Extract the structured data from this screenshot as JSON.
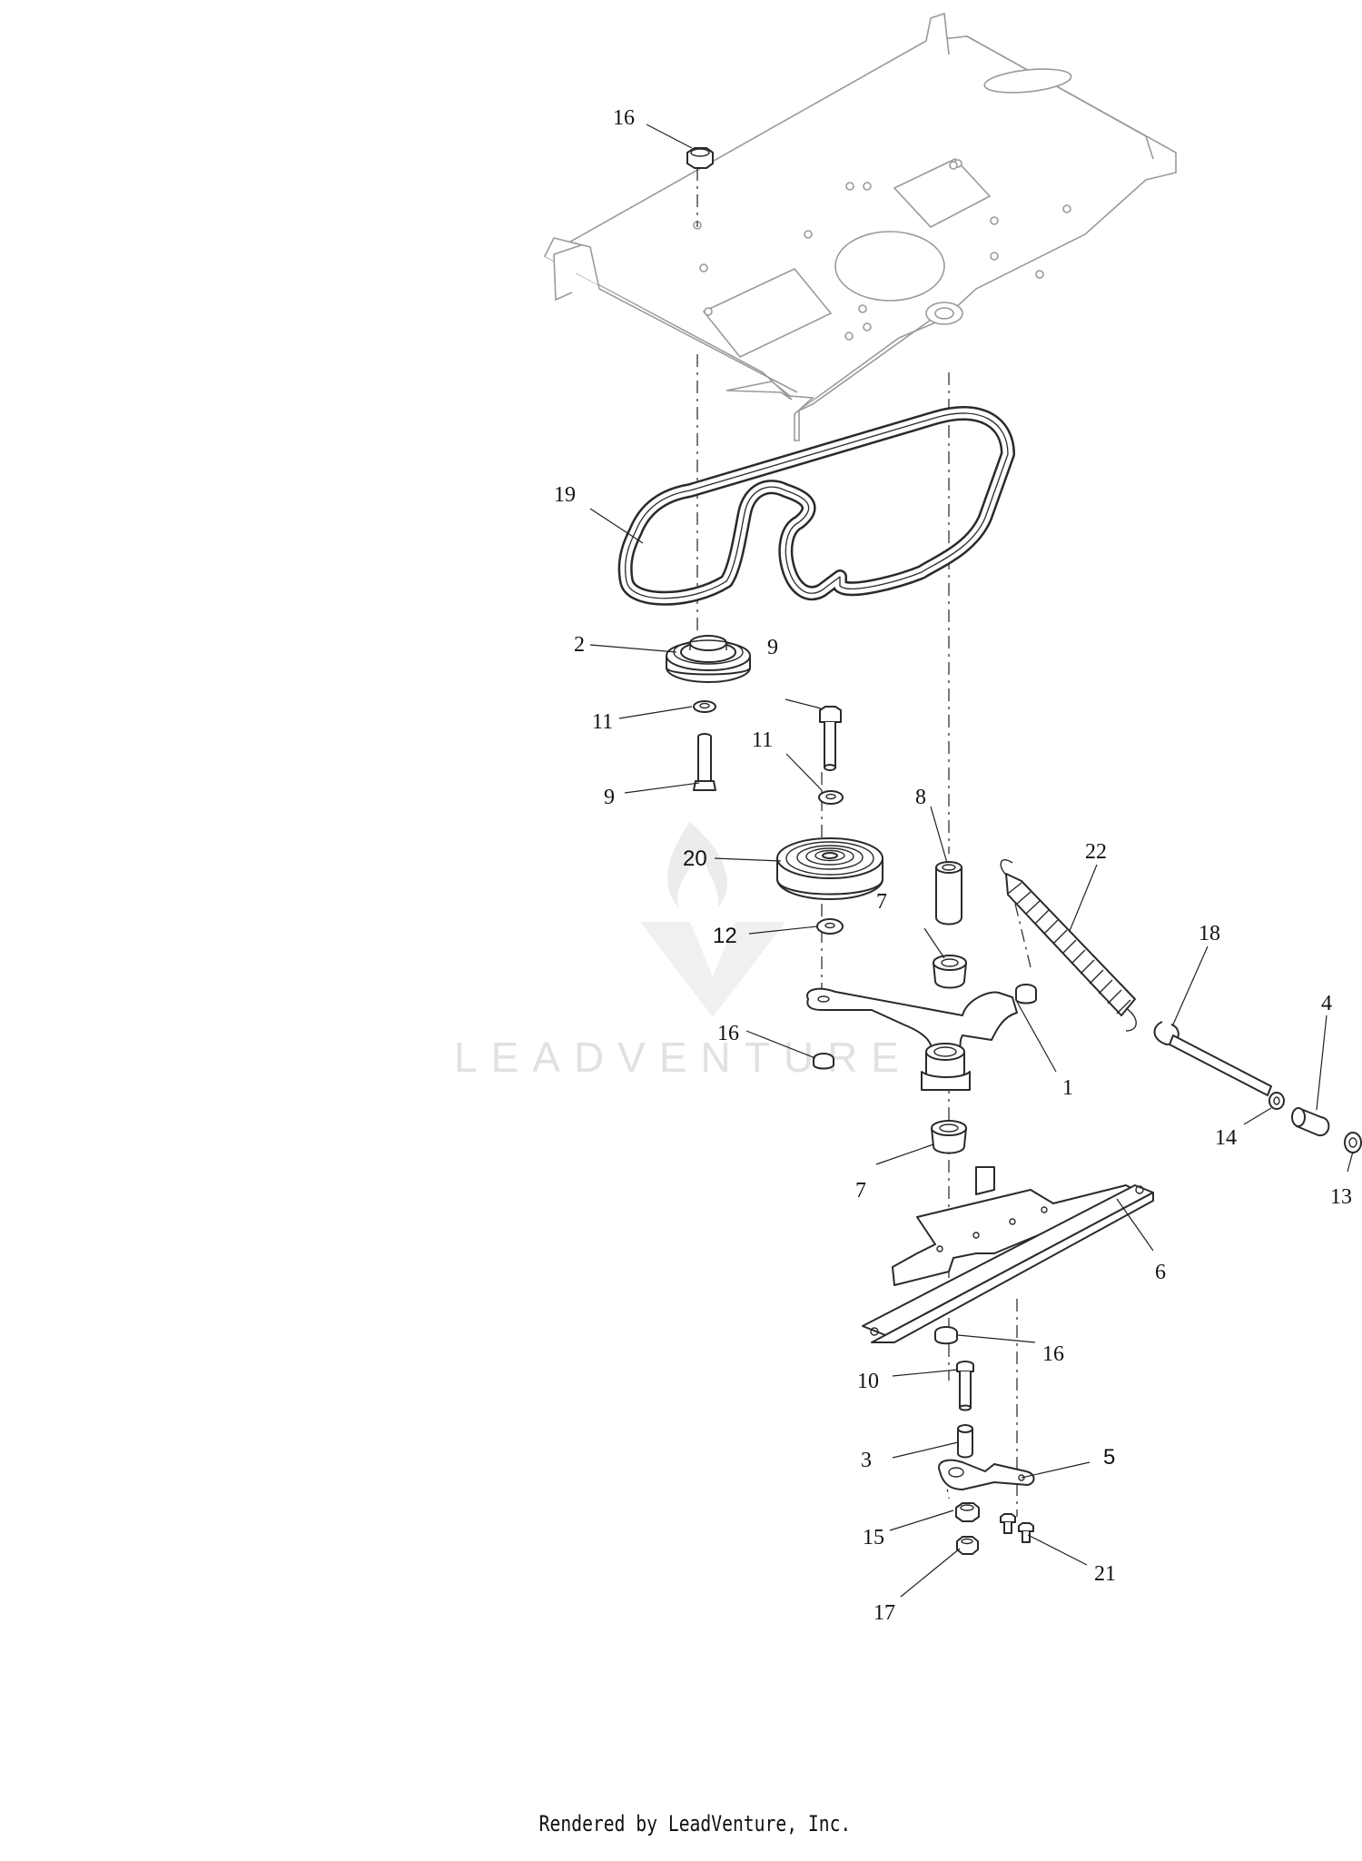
{
  "diagram": {
    "callouts": [
      {
        "id": "c16a",
        "label": "16"
      },
      {
        "id": "c19",
        "label": "19"
      },
      {
        "id": "c2",
        "label": "2"
      },
      {
        "id": "c9a",
        "label": "9"
      },
      {
        "id": "c11a",
        "label": "11"
      },
      {
        "id": "c11b",
        "label": "11"
      },
      {
        "id": "c9b",
        "label": "9"
      },
      {
        "id": "c8",
        "label": "8"
      },
      {
        "id": "c20",
        "label": "20"
      },
      {
        "id": "c22",
        "label": "22"
      },
      {
        "id": "c7a",
        "label": "7"
      },
      {
        "id": "c12",
        "label": "12"
      },
      {
        "id": "c18",
        "label": "18"
      },
      {
        "id": "c4",
        "label": "4"
      },
      {
        "id": "c16b",
        "label": "16"
      },
      {
        "id": "c1",
        "label": "1"
      },
      {
        "id": "c14",
        "label": "14"
      },
      {
        "id": "c13",
        "label": "13"
      },
      {
        "id": "c7b",
        "label": "7"
      },
      {
        "id": "c6",
        "label": "6"
      },
      {
        "id": "c16c",
        "label": "16"
      },
      {
        "id": "c10",
        "label": "10"
      },
      {
        "id": "c3",
        "label": "3"
      },
      {
        "id": "c5",
        "label": "5"
      },
      {
        "id": "c15",
        "label": "15"
      },
      {
        "id": "c21",
        "label": "21"
      },
      {
        "id": "c17",
        "label": "17"
      }
    ]
  },
  "watermark": {
    "text": "LEADVENTURE"
  },
  "footer": {
    "text": "Rendered by LeadVenture, Inc."
  }
}
